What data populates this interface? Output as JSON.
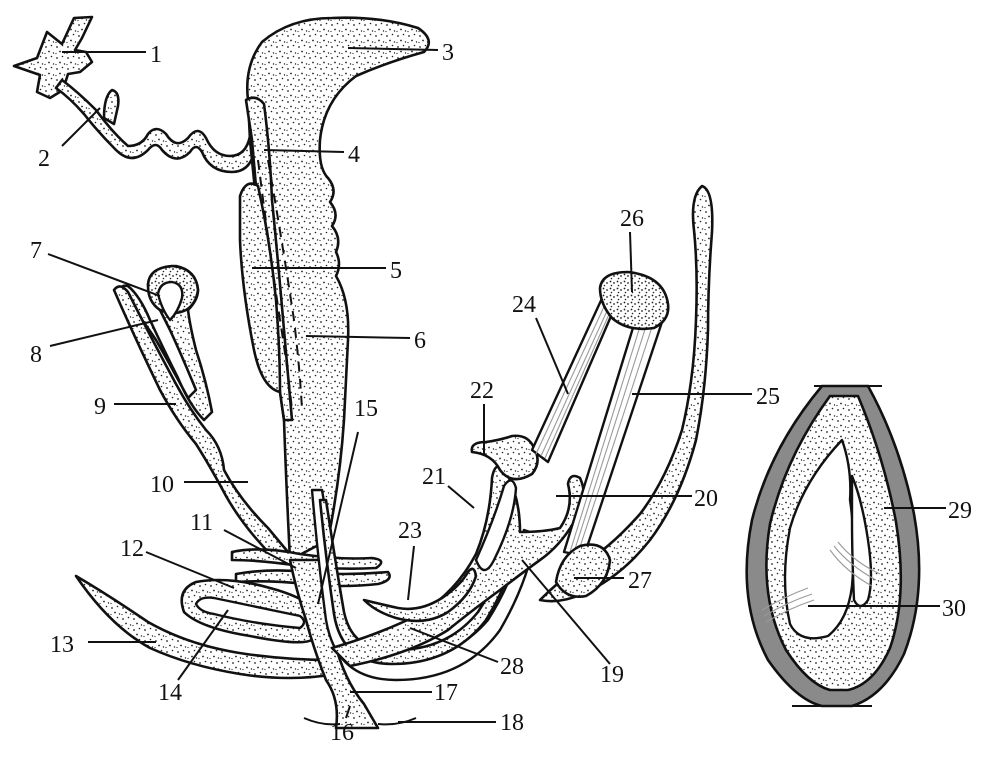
{
  "labels": [
    "1",
    "2",
    "3",
    "4",
    "5",
    "6",
    "7",
    "8",
    "9",
    "10",
    "11",
    "12",
    "13",
    "14",
    "15",
    "16",
    "17",
    "18",
    "19",
    "20",
    "21",
    "22",
    "23",
    "24",
    "25",
    "26",
    "27",
    "28",
    "29",
    "30"
  ],
  "colors": {
    "ink": "#111111",
    "stipple": "#222222",
    "wall": "#8a8a8a",
    "background": "#ffffff"
  }
}
